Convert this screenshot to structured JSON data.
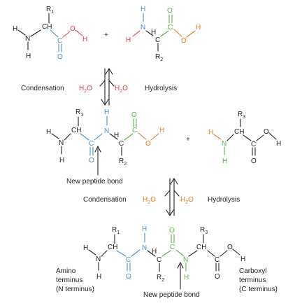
{
  "colors": {
    "black": "#222222",
    "blue": "#4a90c8",
    "green": "#5fb04a",
    "orange": "#ee7b1e",
    "red": "#e8394b"
  },
  "atoms": {
    "H": "H",
    "N": "N",
    "C": "C",
    "O": "O",
    "CH": "CH",
    "R": "R",
    "sub1": "1",
    "sub2": "2",
    "sub3": "3"
  },
  "plus": "+",
  "water": {
    "main": "H",
    "sub": "2",
    "tail": "O"
  },
  "labels": {
    "condensation": "Condensation",
    "hydrolysis": "Hydrolysis",
    "new_peptide_bond": "New peptide bond",
    "amino_terminus": [
      "Amino",
      "terminus",
      "(N terminus)"
    ],
    "carboxyl_terminus": [
      "Carboxyl",
      "terminus",
      "(C terminus)"
    ]
  }
}
